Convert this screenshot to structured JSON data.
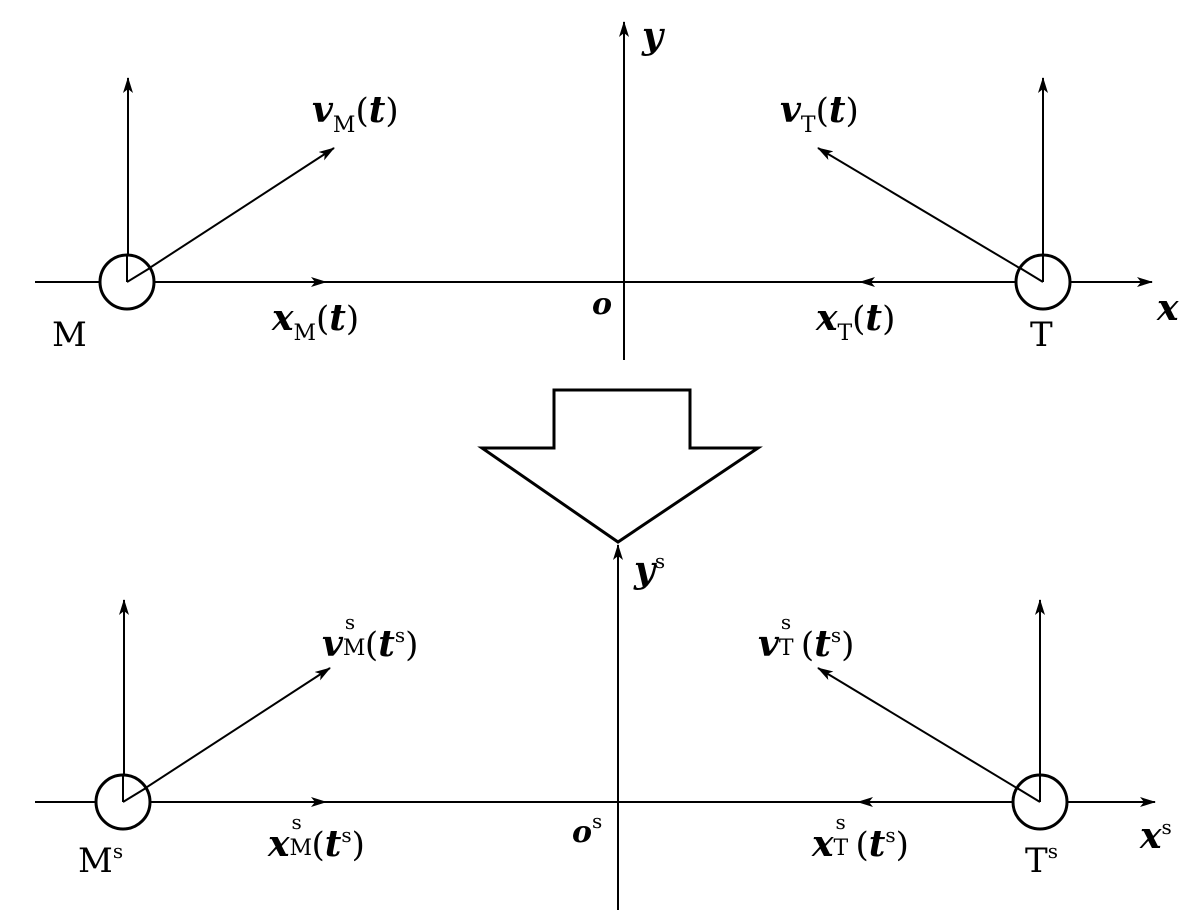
{
  "top": {
    "axis_y": "y",
    "axis_x": "x",
    "origin": "o",
    "missile_label": "M",
    "target_label": "T",
    "vm": {
      "sym": "v",
      "sub": "M",
      "arg": "t"
    },
    "vt": {
      "sym": "v",
      "sub": "T",
      "arg": "t"
    },
    "xm": {
      "sym": "x",
      "sub": "M",
      "arg": "t"
    },
    "xt": {
      "sym": "x",
      "sub": "T",
      "arg": "t"
    }
  },
  "bottom": {
    "axis_y": "y",
    "axis_y_sup": "s",
    "axis_x": "x",
    "axis_x_sup": "s",
    "origin": "o",
    "origin_sup": "s",
    "missile_label": "M",
    "missile_sup": "s",
    "target_label": "T",
    "target_sup": "s",
    "vm": {
      "sym": "v",
      "sup": "s",
      "sub": "M",
      "arg": "t",
      "arg_sup": "s"
    },
    "vt": {
      "sym": "v",
      "sup": "s",
      "sub": "T",
      "arg": "t",
      "arg_sup": "s"
    },
    "xm": {
      "sym": "x",
      "sup": "s",
      "sub": "M",
      "arg": "t",
      "arg_sup": "s"
    },
    "xt": {
      "sym": "x",
      "sup": "s",
      "sub": "T",
      "arg": "t",
      "arg_sup": "s"
    }
  },
  "open_paren": "(",
  "close_paren": ")"
}
